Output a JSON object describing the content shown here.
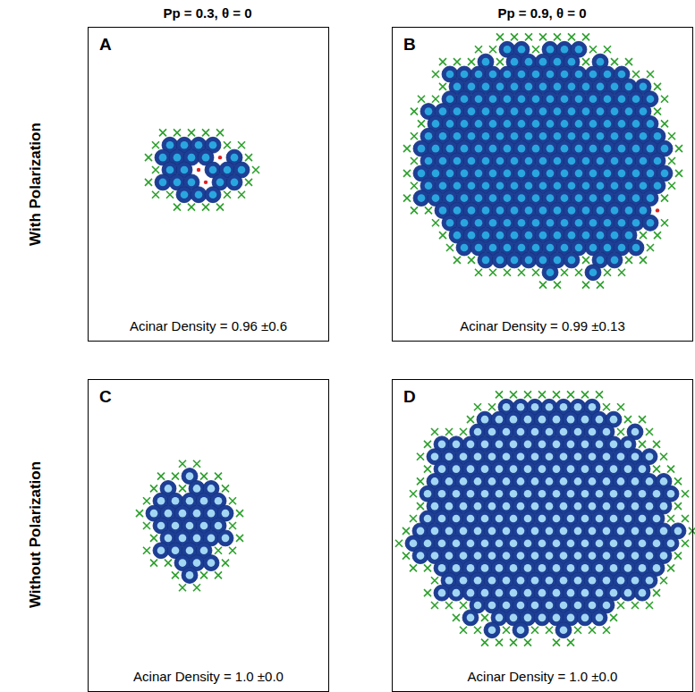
{
  "diagram": {
    "nodes": [
      {
        "text": [
          "A",
          "Acinar Density = 0.96 ±0.6"
        ]
      },
      {
        "text": [
          "B",
          "Acinar Density = 0.99 ±0.13"
        ]
      },
      {
        "text": [
          "C",
          "Acinar Density = 1.0 ±0.0"
        ]
      },
      {
        "text": [
          "D",
          "Acinar Density = 1.0 ±0.0"
        ]
      }
    ],
    "labels": [
      "Pp = 0.3,  θ = 0",
      "Pp = 0.9,  θ = 0",
      "With Polarization",
      "Without Polarization"
    ]
  }
}
